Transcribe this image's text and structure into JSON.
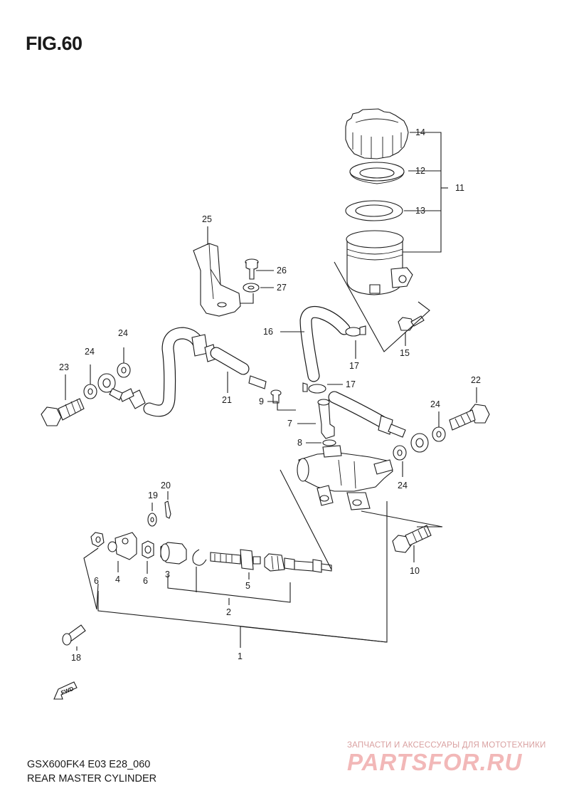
{
  "figure": {
    "title": "FIG.60",
    "model_code": "GSX600FK4 E03 E28_060",
    "section_name": "REAR MASTER CYLINDER",
    "direction_label": "FWD"
  },
  "callouts": {
    "c1": "1",
    "c2": "2",
    "c3": "3",
    "c4": "4",
    "c5": "5",
    "c6a": "6",
    "c6b": "6",
    "c7": "7",
    "c8": "8",
    "c9": "9",
    "c10": "10",
    "c11": "11",
    "c12": "12",
    "c13": "13",
    "c14": "14",
    "c15": "15",
    "c16": "16",
    "c17a": "17",
    "c17b": "17",
    "c18": "18",
    "c19": "19",
    "c20": "20",
    "c21": "21",
    "c22": "22",
    "c23": "23",
    "c24a": "24",
    "c24b": "24",
    "c24c": "24",
    "c24d": "24",
    "c25": "25",
    "c26": "26",
    "c27": "27"
  },
  "watermark": {
    "tagline": "ЗАПЧАСТИ И АКСЕССУАРЫ ДЛЯ МОТОТЕХНИКИ",
    "logo": "PARTSFOR.RU"
  }
}
